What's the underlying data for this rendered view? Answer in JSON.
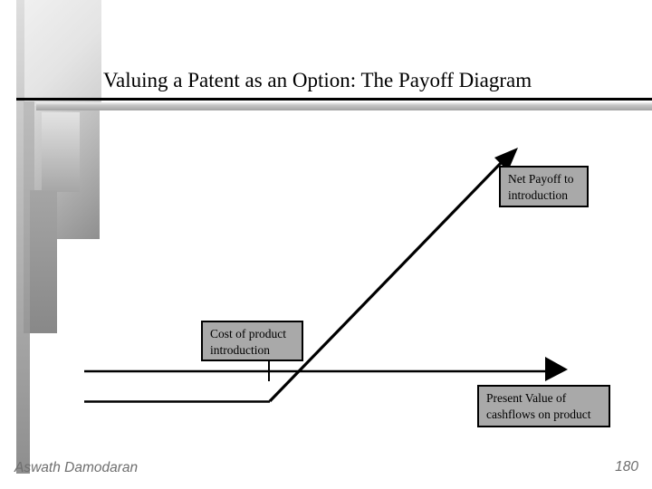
{
  "slide": {
    "title": "Valuing a Patent as an Option: The Payoff Diagram",
    "footer": {
      "author": "Aswath Damodaran",
      "page_number": "180"
    }
  },
  "diagram": {
    "boxes": {
      "net_payoff": {
        "label": "Net Payoff to introduction"
      },
      "cost": {
        "label": "Cost of product introduction"
      },
      "present_value": {
        "label": "Present Value of cashflows on product"
      }
    },
    "icons": {
      "x_axis_arrowhead": "solid right-pointing triangle",
      "payoff_arrowhead": "solid up-right-pointing triangle"
    },
    "colors": {
      "box_fill": "#a9a9a9",
      "box_border": "#000000",
      "line": "#000000",
      "accent_bar_gray": "#a3a3a3",
      "footer_text": "#6e6e6e"
    }
  }
}
